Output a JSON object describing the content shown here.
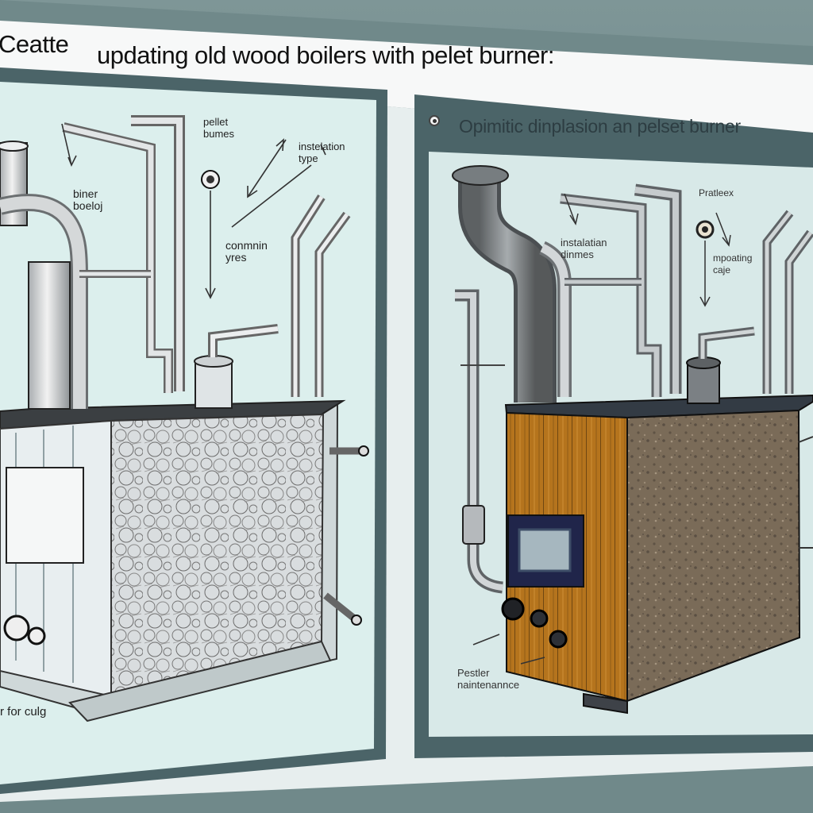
{
  "title": {
    "prefix": "Ceatte",
    "main": "updating old wood boilers with pelet burner:"
  },
  "left_panel": {
    "labels": {
      "burner_boiler": "biner\nboeloj",
      "pellet_burner": "pellet\nbumes",
      "installation_type": "instelation\ntype",
      "common_types": "conmnin\nyres",
      "for_cutting": "r for culg"
    }
  },
  "right_panel": {
    "heading": "Opimitic dinplasion  an pelset burner",
    "labels": {
      "installation_diagrams": "instalatian\ndinmes",
      "pellet_box": "Pratleex",
      "mounting_cage": "mpoating\ncaje",
      "pellet_maintenance": "Pestler\nnaintenannce"
    }
  },
  "colors": {
    "left_panel_bg": "#d8ecea",
    "right_panel_bg": "#d7e8e6",
    "panel_frame": "#4c6468",
    "boiler_wood": "#b8791f",
    "boiler_stone": "#7d6c58",
    "pipe_grey": "#8b8f92"
  }
}
